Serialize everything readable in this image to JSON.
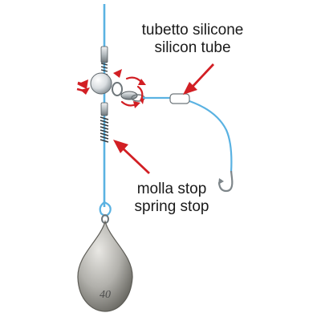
{
  "labels": {
    "silicone_tube_it": "tubetto silicone",
    "silicone_tube_en": "silicon tube",
    "spring_stop_it": "molla stop",
    "spring_stop_en": "spring stop"
  },
  "sinker": {
    "weight": "40"
  },
  "colors": {
    "line": "#5ab2e2",
    "arrow": "#d21f24",
    "sinker": "#a9a9a5",
    "metal": "#9ba3a7",
    "spring": "#353a3d"
  }
}
